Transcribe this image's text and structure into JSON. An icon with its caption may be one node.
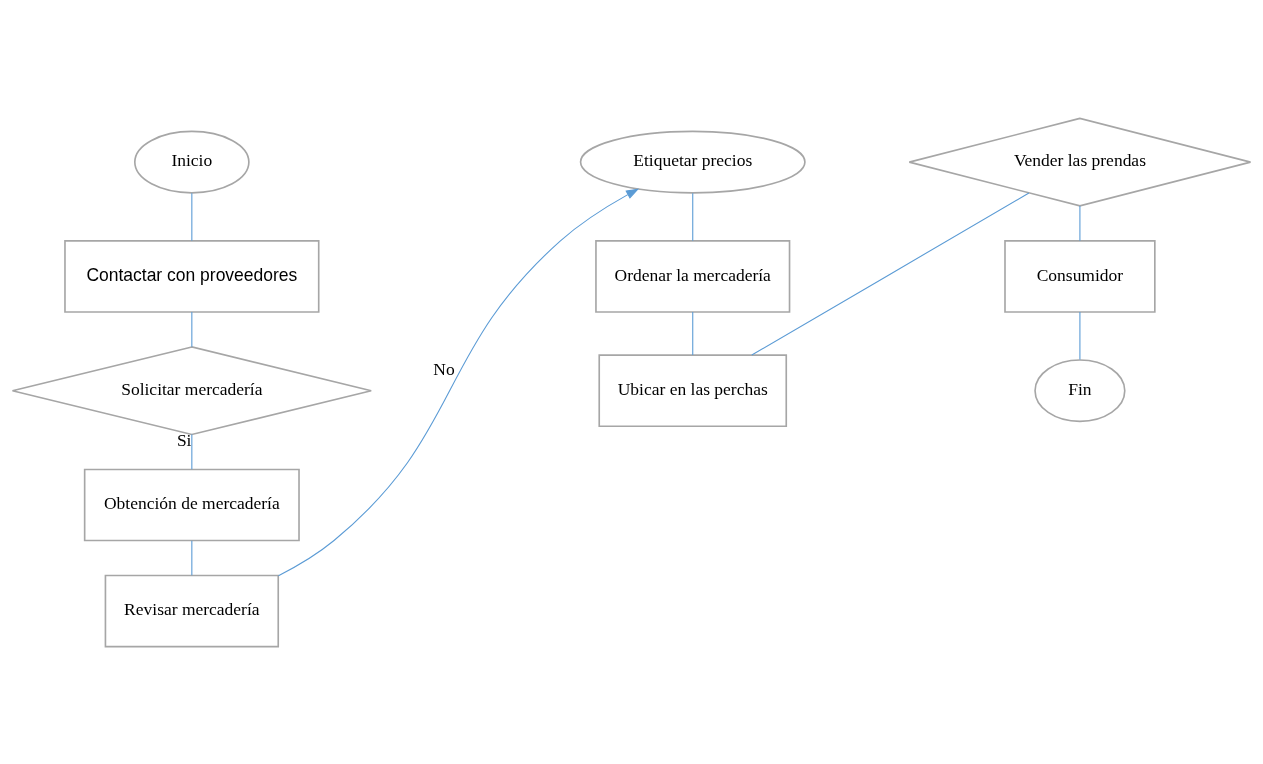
{
  "diagram": {
    "nodes": [
      {
        "text": [
          "Inicio"
        ]
      },
      {
        "text": [
          "Contactar con proveedores"
        ]
      },
      {
        "text": [
          "Solicitar mercadería"
        ]
      },
      {
        "text": [
          "Obtención de mercadería"
        ]
      },
      {
        "text": [
          "Revisar mercadería"
        ]
      },
      {
        "text": [
          "Etiquetar precios"
        ]
      },
      {
        "text": [
          "Ordenar la mercadería"
        ]
      },
      {
        "text": [
          "Ubicar en las perchas"
        ]
      },
      {
        "text": [
          "Vender las prendas"
        ]
      },
      {
        "text": [
          "Consumidor"
        ]
      },
      {
        "text": [
          "Fin"
        ]
      }
    ],
    "edges": [
      {
        "from": 0,
        "to": 1,
        "arrow": "none"
      },
      {
        "from": 1,
        "to": 2,
        "arrow": "none"
      },
      {
        "from": 2,
        "to": 3,
        "arrow": "none",
        "label": "Si"
      },
      {
        "from": 3,
        "to": 4,
        "arrow": "none"
      },
      {
        "from": 4,
        "to": 5,
        "arrow": "to",
        "label": "No"
      },
      {
        "from": 5,
        "to": 6,
        "arrow": "none"
      },
      {
        "from": 6,
        "to": 7,
        "arrow": "none"
      },
      {
        "from": 7,
        "to": 8,
        "arrow": "none"
      },
      {
        "from": 8,
        "to": 9,
        "arrow": "none"
      },
      {
        "from": 9,
        "to": 10,
        "arrow": "none"
      }
    ]
  }
}
